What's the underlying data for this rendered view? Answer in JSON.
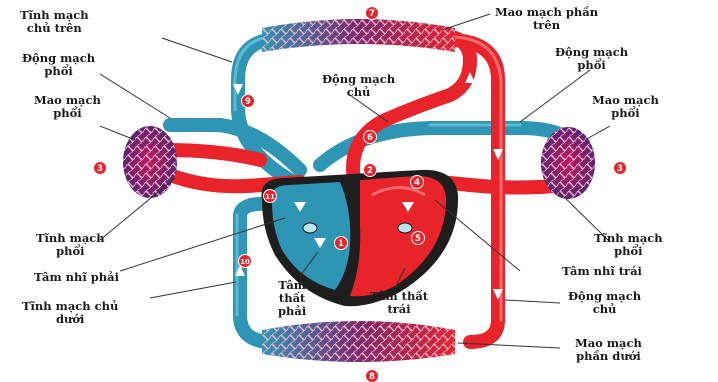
{
  "labels": {
    "tinh_mach_chu_tren": [
      "Tĩnh mạch",
      "chủ trên"
    ],
    "mao_mach_phan_tren": [
      "Mao mạch phần",
      "trên"
    ],
    "dong_mach_phoi_left": [
      "Động mạch",
      "phổi"
    ],
    "dong_mach_phoi_right": [
      "Động mạch",
      "phổi"
    ],
    "mao_mach_phoi_left": [
      "Mao mạch",
      "phổi"
    ],
    "mao_mach_phoi_right": [
      "Mao mạch",
      "phổi"
    ],
    "dong_mach_chu_top": [
      "Động mạch",
      "chủ"
    ],
    "tinh_mach_phoi_left": [
      "Tĩnh mạch",
      "phổi"
    ],
    "tinh_mach_phoi_right": [
      "Tĩnh mạch",
      "phổi"
    ],
    "tam_nhi_phai": "Tâm nhĩ phải",
    "tam_nhi_trai": "Tâm nhĩ trái",
    "tinh_mach_chu_duoi": [
      "Tĩnh mạch chủ",
      "dưới"
    ],
    "tam_that_phai": [
      "Tâm",
      "thất",
      "phải"
    ],
    "tam_that_trai": [
      "Tâm thất",
      "trái"
    ],
    "dong_mach_chu_bottom": [
      "Động mạch",
      "chủ"
    ],
    "mao_mach_phan_duoi": [
      "Mao mạch",
      "phần dưới"
    ]
  },
  "badges": [
    "1",
    "2",
    "3",
    "3",
    "4",
    "5",
    "6",
    "7",
    "8",
    "9",
    "10",
    "11"
  ],
  "colors": {
    "oxygenated": "#e8232a",
    "deoxygenated": "#2f95b5",
    "capillary": "#7a2a6e",
    "badge": "#e8232a",
    "heart_outline": "#1e1e1e"
  }
}
